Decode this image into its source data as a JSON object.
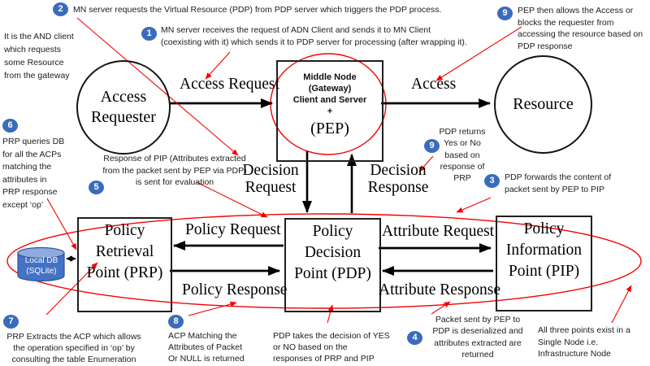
{
  "colors": {
    "badge_blue": "#3a6cbc",
    "annotation_red": "#f20000",
    "arrow_black": "#000000",
    "db_body_blue": "#4472c4",
    "db_top_blue": "#8faadc",
    "db_border_blue": "#2f5496"
  },
  "nodes": {
    "access_requester": {
      "label": "Access Requester"
    },
    "middle_node": {
      "lines": [
        "Middle Node",
        "(Gateway)",
        "Client and Server",
        "+"
      ],
      "pep": "(PEP)"
    },
    "resource": {
      "label": "Resource"
    },
    "prp": {
      "label": "Policy Retrieval Point (PRP)"
    },
    "pdp": {
      "label": "Policy Decision Point (PDP)"
    },
    "pip": {
      "label": "Policy Information Point (PIP)"
    },
    "local_db": {
      "label": "Local DB (SQLite)"
    }
  },
  "edges": {
    "access_request": "Access Request",
    "access": "Access",
    "decision_request": "Decision Request",
    "decision_response": "Decision Response",
    "policy_request": "Policy Request",
    "policy_response": "Policy Response",
    "attribute_request": "Attribute Request",
    "attribute_response": "Attribute Response"
  },
  "notes": {
    "client": {
      "lines": [
        "It is the AND client",
        "which requests",
        "some Resource",
        "from the gateway"
      ]
    },
    "n1": {
      "badge": "1",
      "lines": [
        "MN server receives the request of ADN Client and sends it to MN Client",
        "(coexisting with it) which sends it to PDP server for processing (after wrapping it)."
      ]
    },
    "n2": {
      "badge": "2",
      "lines": [
        "MN server requests the Virtual Resource (PDP) from PDP server which triggers the PDP process."
      ]
    },
    "n3": {
      "badge": "3",
      "lines": [
        "PDP forwards the content of",
        "packet sent by PEP to PIP"
      ]
    },
    "n4": {
      "badge": "4",
      "lines": [
        "Packet sent by PEP to",
        "PDP is deserialized and",
        "attributes extracted are",
        "returned"
      ]
    },
    "n5": {
      "badge": "5",
      "lines": [
        "Response of PIP (Attributes extracted",
        "from the packet sent by PEP via PDP)",
        "is sent for evaluation"
      ]
    },
    "n6": {
      "badge": "6",
      "lines": [
        "PRP queries DB",
        "for all the ACPs",
        "matching the",
        "attributes in",
        "PRP response",
        "except ‘op’"
      ]
    },
    "n7": {
      "badge": "7",
      "lines": [
        "PRP Extracts the ACP which allows",
        "the operation specified in ‘op’ by",
        "consulting the table Enumeration"
      ]
    },
    "n8": {
      "badge": "8",
      "lines": [
        "ACP Matching the",
        "Attributes of Packet",
        "Or NULL is returned"
      ]
    },
    "n9_top": {
      "badge": "9",
      "lines": [
        "PEP then allows the Access or",
        "blocks the requester from",
        "accessing the resource based on",
        "PDP response"
      ]
    },
    "n9_mid": {
      "badge": "9",
      "lines": [
        "PDP returns",
        "Yes or No",
        "based on",
        "response of",
        "PRP"
      ]
    },
    "pdp_decision": {
      "lines": [
        "PDP takes the decision of YES",
        "or NO based on the",
        "responses of PRP and PIP"
      ]
    },
    "single_node": {
      "lines": [
        "All three points exist in a",
        "Single Node i.e.",
        "Infrastructure Node"
      ]
    }
  }
}
